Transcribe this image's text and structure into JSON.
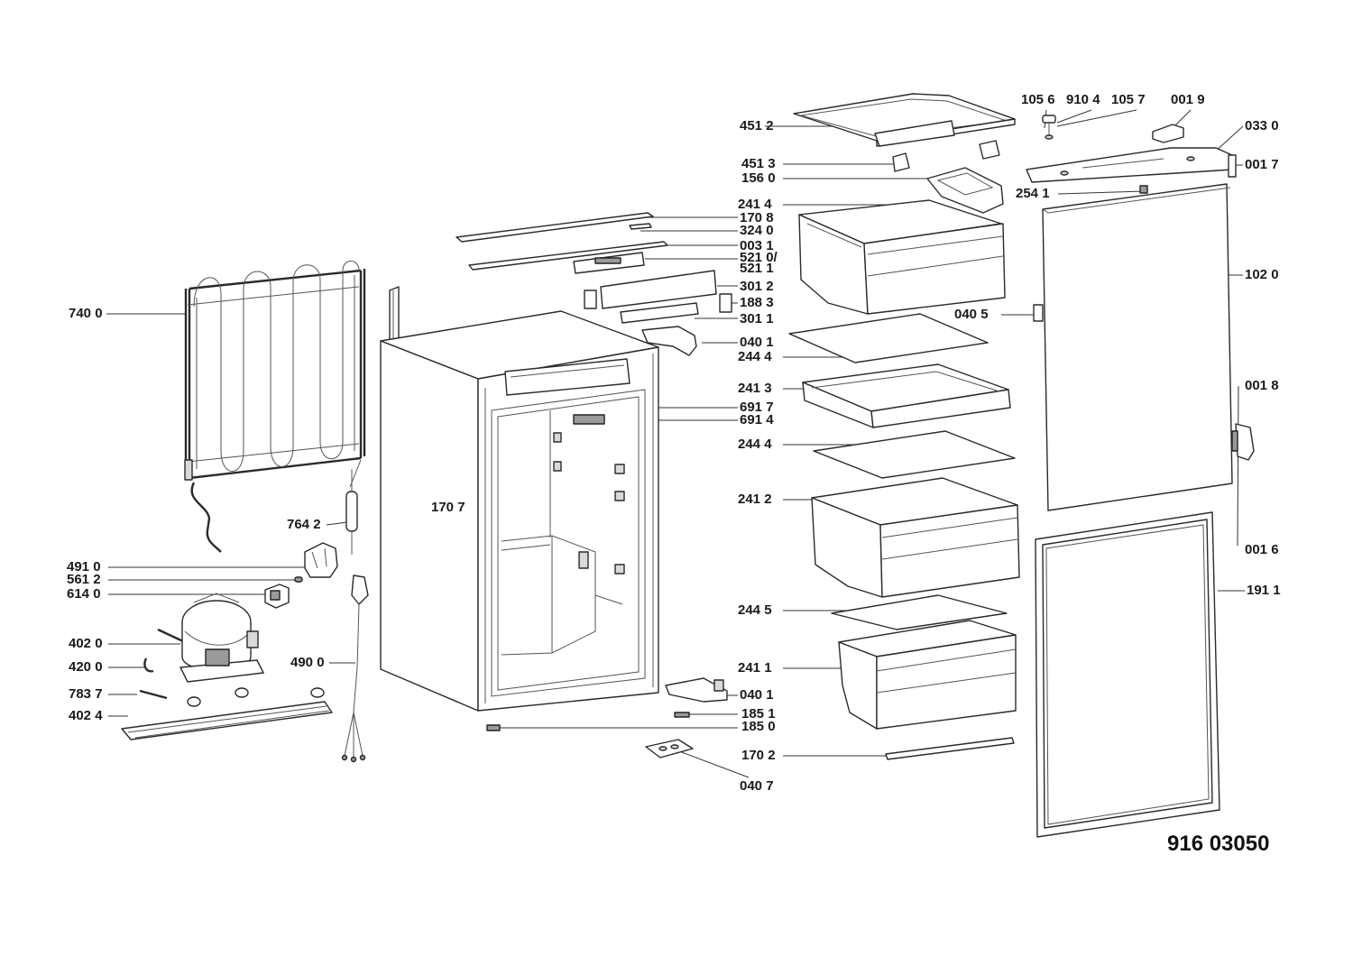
{
  "document_number": "916 03050",
  "labels": {
    "l4512": "451 2",
    "l4513": "451 3",
    "l1560": "156 0",
    "l2414": "241 4",
    "l1708": "170 8",
    "l3240": "324 0",
    "l0031": "003 1",
    "l5210": "521 0/",
    "l5211": "521 1",
    "l3012": "301 2",
    "l1883": "188 3",
    "l3011": "301 1",
    "l7400": "740 0",
    "l0401a": "040 1",
    "l2444a": "244 4",
    "l2413": "241 3",
    "l6917": "691 7",
    "l6914": "691 4",
    "l2444b": "244 4",
    "l2412": "241 2",
    "l1707": "170 7",
    "l7642": "764 2",
    "l4910": "491 0",
    "l5612": "561 2",
    "l6140": "614 0",
    "l2445": "244 5",
    "l4020": "402 0",
    "l4200": "420 0",
    "l4900": "490 0",
    "l2411": "241 1",
    "l7837": "783 7",
    "l0401b": "040 1",
    "l1851": "185 1",
    "l4024": "402 4",
    "l1850": "185 0",
    "l1702": "170 2",
    "l0407": "040 7",
    "l1056": "105 6",
    "l9104": "910 4",
    "l1057": "105 7",
    "l0019": "001 9",
    "l0330": "033 0",
    "l0017": "001 7",
    "l2541": "254 1",
    "l1020": "102 0",
    "l0405": "040 5",
    "l0018": "001 8",
    "l0016": "001 6",
    "l1911": "191 1"
  }
}
